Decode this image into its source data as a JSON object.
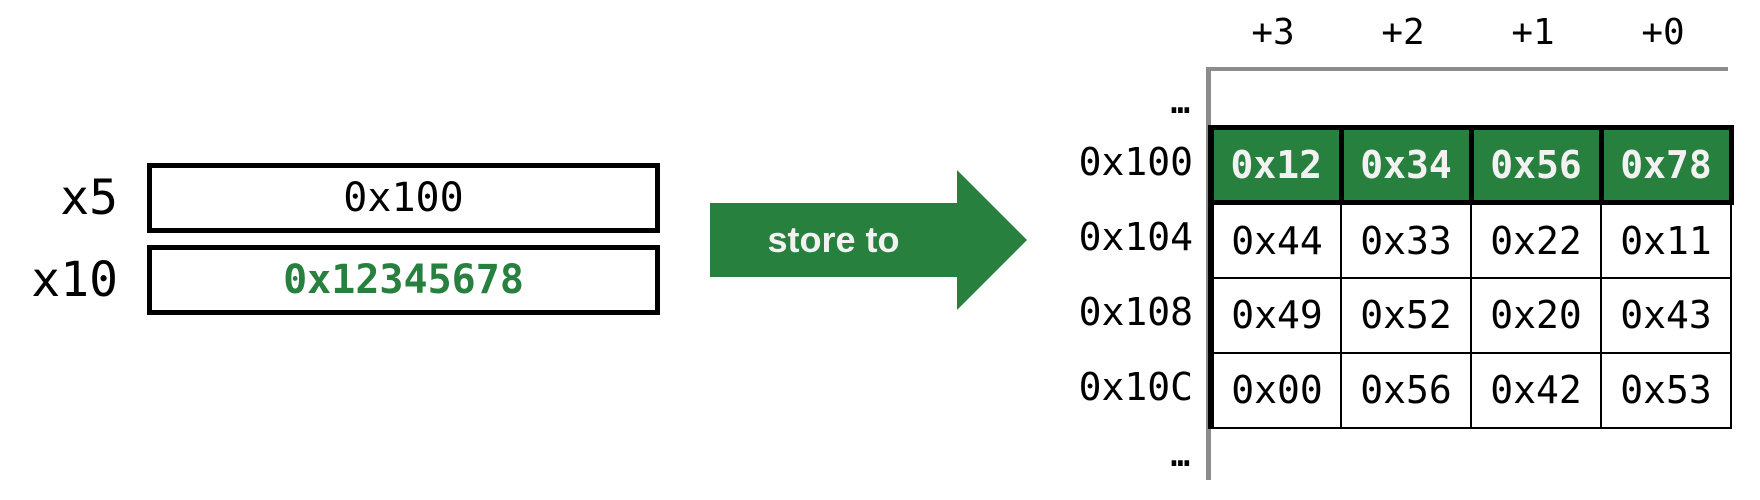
{
  "colors": {
    "green": "#27803E",
    "gray": "#8C8C8C",
    "cell_text_light": "#F2F2F2"
  },
  "registers": {
    "items": [
      {
        "name": "x5",
        "value": "0x100",
        "highlighted": false
      },
      {
        "name": "x10",
        "value": "0x12345678",
        "highlighted": true
      }
    ]
  },
  "arrow": {
    "label": "store to"
  },
  "memory": {
    "byte_offset_headers": [
      "+3",
      "+2",
      "+1",
      "+0"
    ],
    "ellipsis_top": "…",
    "ellipsis_bottom": "…",
    "rows": [
      {
        "address": "0x100",
        "bytes": [
          "0x12",
          "0x34",
          "0x56",
          "0x78"
        ],
        "highlighted": true
      },
      {
        "address": "0x104",
        "bytes": [
          "0x44",
          "0x33",
          "0x22",
          "0x11"
        ],
        "highlighted": false
      },
      {
        "address": "0x108",
        "bytes": [
          "0x49",
          "0x52",
          "0x20",
          "0x43"
        ],
        "highlighted": false
      },
      {
        "address": "0x10C",
        "bytes": [
          "0x00",
          "0x56",
          "0x42",
          "0x53"
        ],
        "highlighted": false
      }
    ]
  }
}
